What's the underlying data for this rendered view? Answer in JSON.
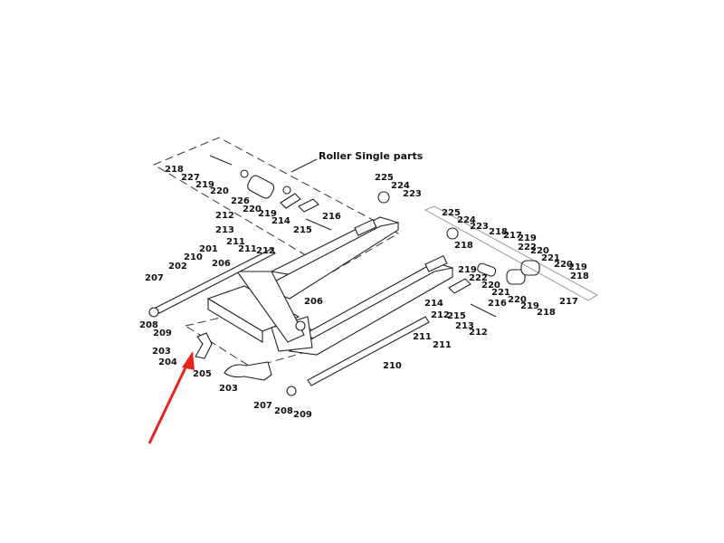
{
  "diagram": {
    "caption": "Roller Single parts",
    "arrow_color": "#e8231f",
    "parts": [
      "218",
      "227",
      "219",
      "220",
      "226",
      "220",
      "219",
      "214",
      "215",
      "216",
      "212",
      "213",
      "211",
      "211",
      "212",
      "201",
      "210",
      "206",
      "202",
      "207",
      "206",
      "225",
      "224",
      "223",
      "225",
      "224",
      "223",
      "218",
      "217",
      "219",
      "218",
      "222",
      "220",
      "221",
      "220",
      "219",
      "218",
      "219",
      "222",
      "220",
      "221",
      "220",
      "219",
      "218",
      "217",
      "214",
      "216",
      "215",
      "212",
      "213",
      "211",
      "211",
      "212",
      "208",
      "209",
      "203",
      "204",
      "205",
      "203",
      "207",
      "208",
      "209",
      "210"
    ]
  }
}
